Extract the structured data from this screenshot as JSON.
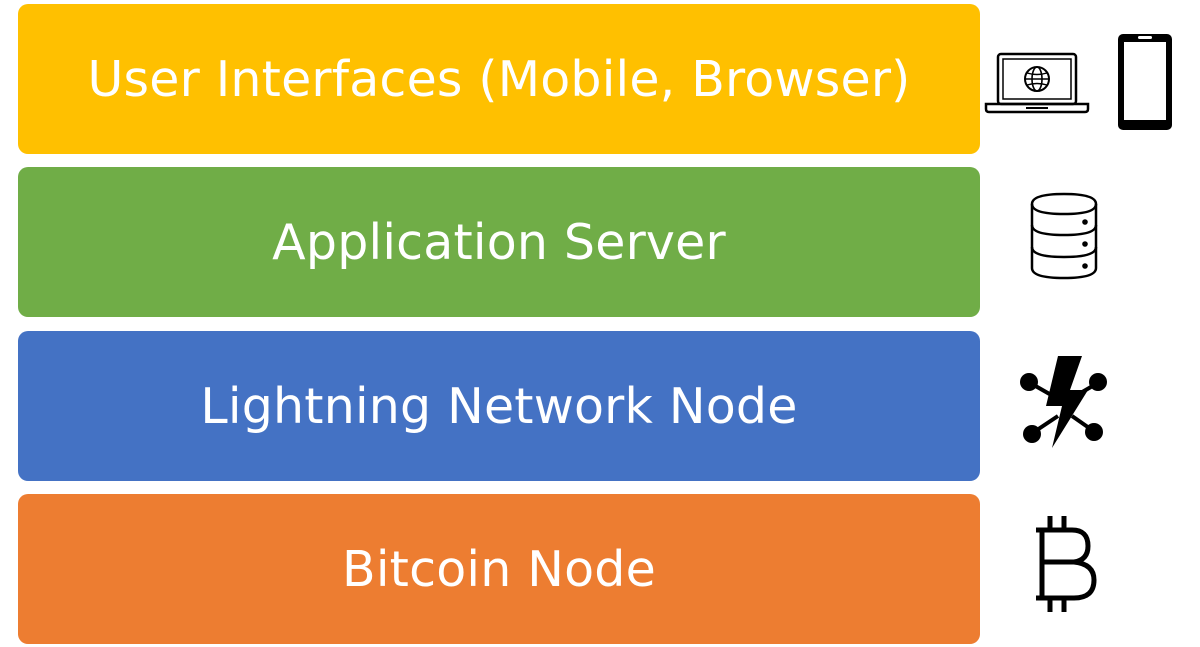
{
  "colors": {
    "ui_layer": "#FFC000",
    "app_layer": "#70AD47",
    "ln_layer": "#4472C4",
    "btc_layer": "#ED7D31",
    "text": "#FFFFFF",
    "icon": "#000000"
  },
  "layers": [
    {
      "label": "User Interfaces (Mobile, Browser)",
      "icons": [
        "laptop-browser-icon",
        "smartphone-icon"
      ]
    },
    {
      "label": "Application Server",
      "icons": [
        "database-server-icon"
      ]
    },
    {
      "label": "Lightning Network Node",
      "icons": [
        "lightning-network-icon"
      ]
    },
    {
      "label": "Bitcoin Node",
      "icons": [
        "bitcoin-icon"
      ]
    }
  ]
}
